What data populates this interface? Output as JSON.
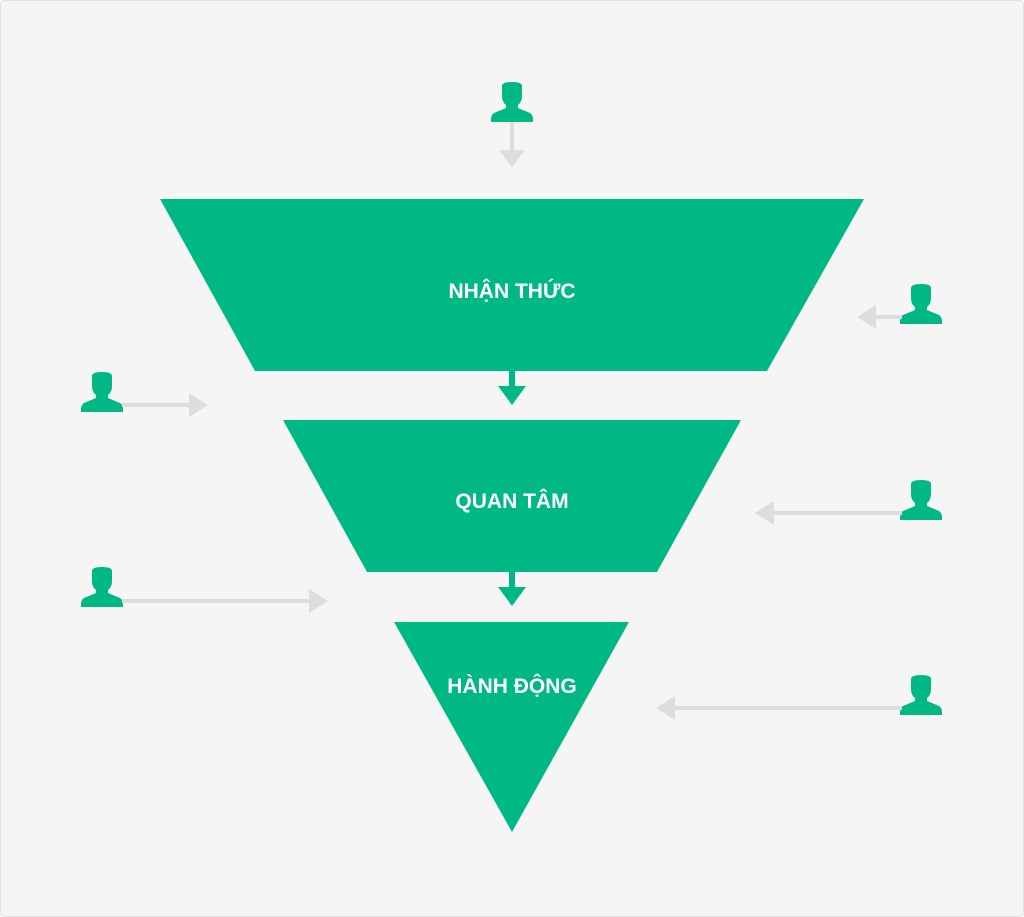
{
  "diagram": {
    "stages": [
      {
        "label": "NHẬN THỨC"
      },
      {
        "label": "QUAN TÂM"
      },
      {
        "label": "HÀNH ĐỘNG"
      }
    ]
  },
  "colors": {
    "background": "#f5f5f5",
    "border": "#e2e2e2",
    "funnel": "#00b884",
    "stage_text": "#ffffff",
    "arrow_line": "#dddddd",
    "person_icon": "#00b884"
  },
  "icons": {
    "person": "person-icon",
    "arrow": "arrow-icon"
  }
}
